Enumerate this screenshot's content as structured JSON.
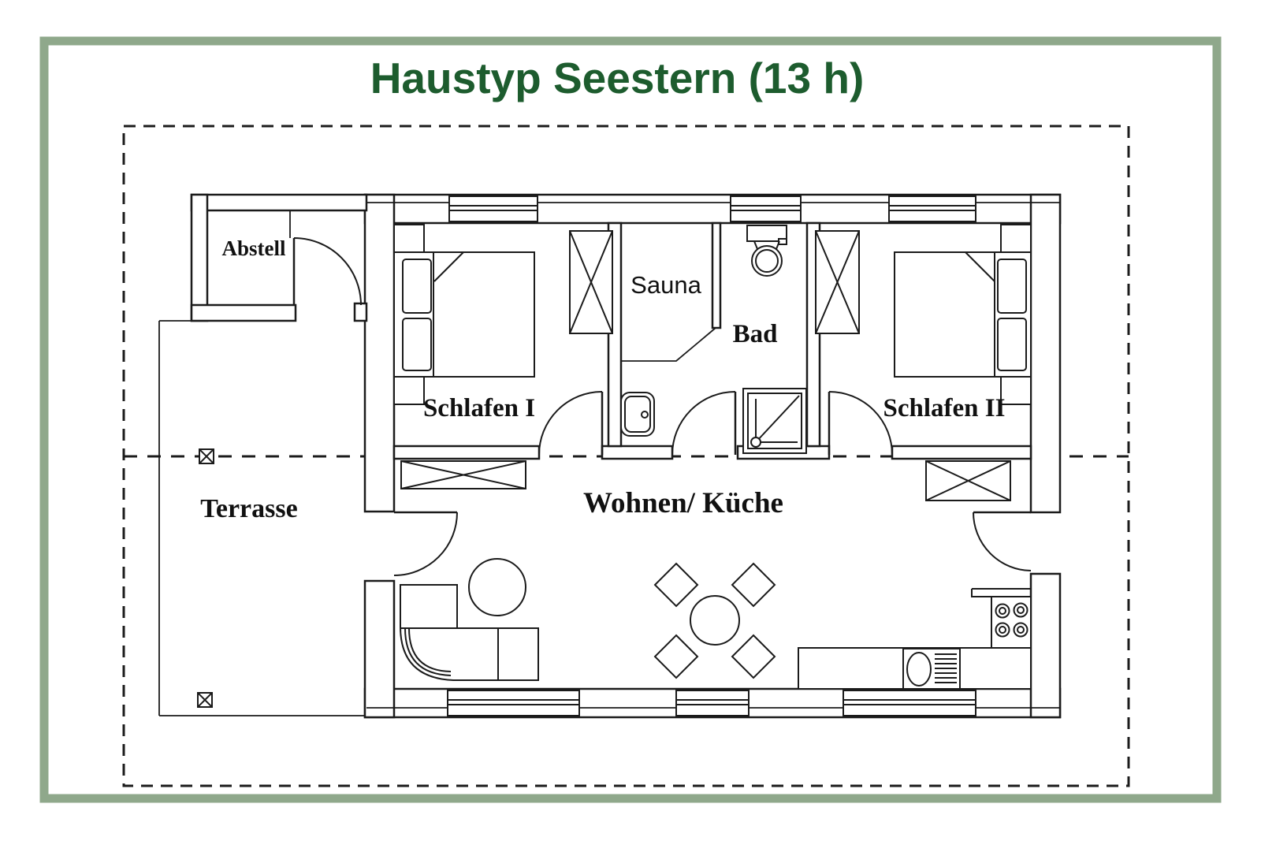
{
  "page": {
    "title": "Haustyp Seestern (13 h)"
  },
  "colors": {
    "frame": "#8fa88b",
    "title": "#1d5c2e",
    "ink": "#1b1b1b",
    "background": "#ffffff"
  },
  "rooms": {
    "abstell": "Abstell",
    "schlafen1": "Schlafen I",
    "sauna": "Sauna",
    "bad": "Bad",
    "schlafen2": "Schlafen II",
    "terrasse": "Terrasse",
    "wohnen_kueche": "Wohnen/ Küche"
  },
  "icons": {
    "bed-icon": "double bed with two pillows and folded blanket corner",
    "wardrobe-icon": "rectangle with X cross",
    "sideboard-icon": "low cabinet rectangle with X cross",
    "door-icon": "quarter-circle swing arc with leaf",
    "window-icon": "triple-line glazing in wall",
    "toilet-icon": "cistern with round bowl",
    "washbasin-icon": "rounded basin with tap dot",
    "shower-icon": "square tray with diagonal and drain",
    "sofa-icon": "L-shaped corner sofa with rounded corner",
    "coffee-table-icon": "circle",
    "dining-set-icon": "round table with four diamond chairs",
    "stove-icon": "four burner rings",
    "kitchen-sink-icon": "oval basin with drainer hatching",
    "survey-marker-icon": "small square with X on boundary line"
  }
}
